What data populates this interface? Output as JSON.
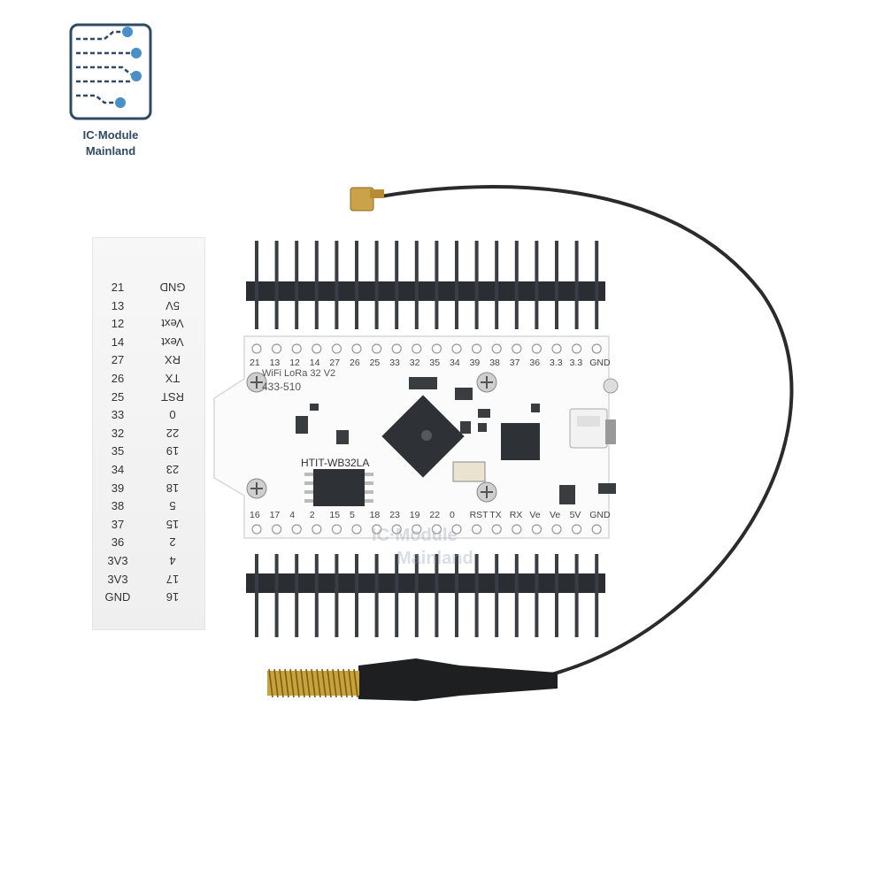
{
  "logo": {
    "line1": "IC·Module",
    "line2": "Mainland",
    "color": "#2f4a63",
    "accent": "#4a90c8"
  },
  "pin_card": {
    "rows": [
      {
        "left": "21",
        "right": "GND"
      },
      {
        "left": "13",
        "right": "5V"
      },
      {
        "left": "12",
        "right": "Vext"
      },
      {
        "left": "14",
        "right": "Vext"
      },
      {
        "left": "27",
        "right": "RX"
      },
      {
        "left": "26",
        "right": "TX"
      },
      {
        "left": "25",
        "right": "RST"
      },
      {
        "left": "33",
        "right": "0"
      },
      {
        "left": "32",
        "right": "22"
      },
      {
        "left": "35",
        "right": "19"
      },
      {
        "left": "34",
        "right": "23"
      },
      {
        "left": "39",
        "right": "18"
      },
      {
        "left": "38",
        "right": "5"
      },
      {
        "left": "37",
        "right": "15"
      },
      {
        "left": "36",
        "right": "2"
      },
      {
        "left": "3V3",
        "right": "4"
      },
      {
        "left": "3V3",
        "right": "17"
      },
      {
        "left": "GND",
        "right": "16"
      }
    ]
  },
  "board": {
    "line1": "WiFi LoRa 32 V2",
    "line2": "433-510",
    "model": "HTIT-WB32LA",
    "top_pins": [
      "21",
      "13",
      "12",
      "14",
      "27",
      "26",
      "25",
      "33",
      "32",
      "35",
      "34",
      "39",
      "38",
      "37",
      "36",
      "3.3",
      "3.3",
      "GND"
    ],
    "bottom_pins": [
      "16",
      "17",
      "4",
      "2",
      "15",
      "5",
      "18",
      "23",
      "19",
      "22",
      "0",
      "RST",
      "TX",
      "RX",
      "Ve",
      "Ve",
      "5V",
      "GND"
    ],
    "watermark": {
      "line1": "IC·Module",
      "line2": "Mainland"
    }
  },
  "colors": {
    "pcb": "#fbfbfb",
    "header": "#2a2e33",
    "cable": "#2b2b2b",
    "spring": "#c8a23a",
    "chip": "#2e3236"
  }
}
